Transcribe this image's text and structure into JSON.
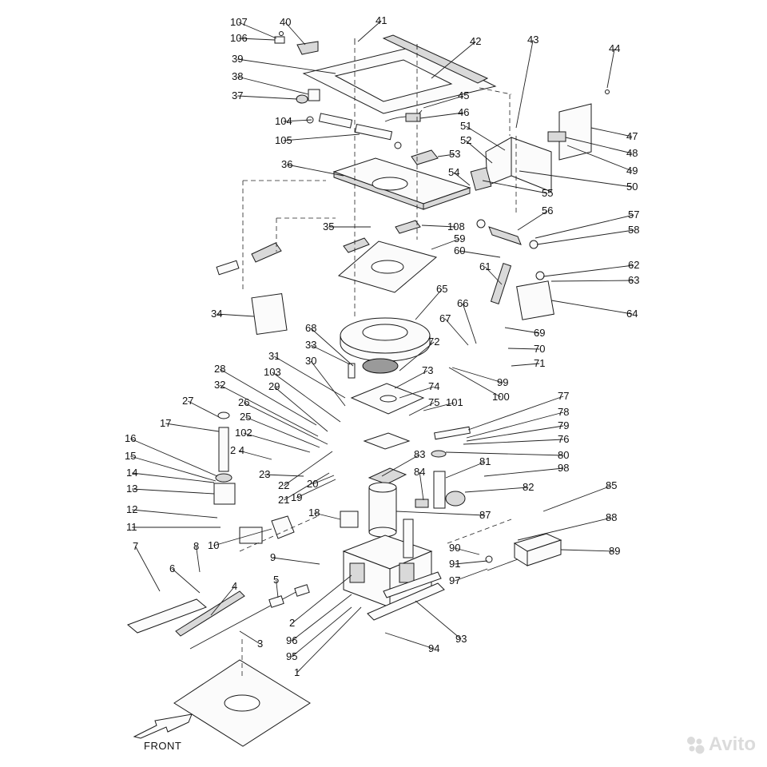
{
  "diagram": {
    "part_labels": [
      "107",
      "40",
      "41",
      "106",
      "42",
      "39",
      "43",
      "44",
      "38",
      "37",
      "45",
      "46",
      "104",
      "51",
      "47",
      "105",
      "52",
      "48",
      "53",
      "49",
      "36",
      "54",
      "50",
      "55",
      "56",
      "57",
      "108",
      "35",
      "58",
      "59",
      "60",
      "62",
      "61",
      "63",
      "34",
      "65",
      "64",
      "66",
      "67",
      "69",
      "68",
      "33",
      "72",
      "70",
      "31",
      "71",
      "30",
      "73",
      "103",
      "28",
      "99",
      "29",
      "74",
      "100",
      "75",
      "101",
      "32",
      "77",
      "27",
      "26",
      "78",
      "25",
      "79",
      "17",
      "102",
      "76",
      "16",
      "2 4",
      "80",
      "23",
      "81",
      "22",
      "15",
      "20",
      "98",
      "14",
      "83",
      "21",
      "19",
      "84",
      "82",
      "13",
      "85",
      "18",
      "87",
      "12",
      "11",
      "88",
      "10",
      "90",
      "89",
      "7",
      "8",
      "6",
      "9",
      "91",
      "5",
      "97",
      "4",
      "2",
      "93",
      "96",
      "3",
      "95",
      "94",
      "1"
    ],
    "front_label": "FRONT"
  },
  "watermark": {
    "text": "Avito"
  }
}
